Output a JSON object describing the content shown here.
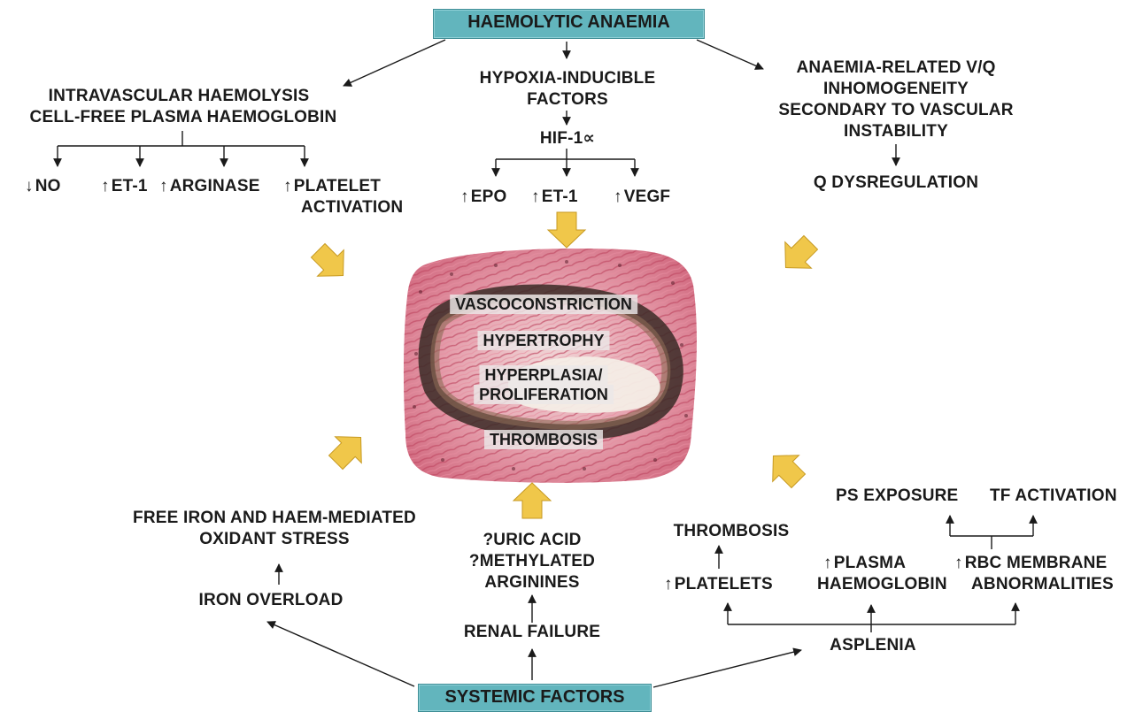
{
  "top_box": "HAEMOLYTIC ANAEMIA",
  "bottom_box": "SYSTEMIC FACTORS",
  "left_top": {
    "line1": "INTRAVASCULAR HAEMOLYSIS",
    "line2": "CELL-FREE PLASMA HAEMOGLOBIN",
    "no": "NO",
    "et1": "ET-1",
    "arginase": "ARGINASE",
    "platelet1": "PLATELET",
    "platelet2": "ACTIVATION"
  },
  "middle_top": {
    "hif_line1": "HYPOXIA-INDUCIBLE",
    "hif_line2": "FACTORS",
    "hif1a": "HIF-1∝",
    "epo": "EPO",
    "et1": "ET-1",
    "vegf": "VEGF"
  },
  "right_top": {
    "line1": "ANAEMIA-RELATED V/Q",
    "line2": "INHOMOGENEITY",
    "line3": "SECONDARY TO VASCULAR",
    "line4": "INSTABILITY",
    "q": "Q DYSREGULATION"
  },
  "center": {
    "vasoconstriction": "VASCOCONSTRICTION",
    "hypertrophy": "HYPERTROPHY",
    "hyperplasia1": "HYPERPLASIA/",
    "hyperplasia2": "PROLIFERATION",
    "thrombosis": "THROMBOSIS"
  },
  "left_bottom": {
    "free_iron1": "FREE IRON AND HAEM-MEDIATED",
    "free_iron2": "OXIDANT STRESS",
    "iron_overload": "IRON OVERLOAD"
  },
  "middle_bottom": {
    "uric": "?URIC ACID",
    "methylated1": "?METHYLATED",
    "methylated2": "ARGININES",
    "renal": "RENAL FAILURE"
  },
  "right_bottom": {
    "ps": "PS EXPOSURE",
    "tf": "TF ACTIVATION",
    "thrombosis": "THROMBOSIS",
    "platelets": "PLATELETS",
    "plasma1": "PLASMA",
    "plasma2": "HAEMOGLOBIN",
    "rbc1": "RBC MEMBRANE",
    "rbc2": "ABNORMALITIES",
    "asplenia": "ASPLENIA"
  },
  "colors": {
    "box_fill": "#62b5bd",
    "arrow_fill": "#f0c74a",
    "arrow_stroke": "#c79a23",
    "tissue_pink": "#d9768a",
    "tissue_dark": "#3a2a26"
  }
}
